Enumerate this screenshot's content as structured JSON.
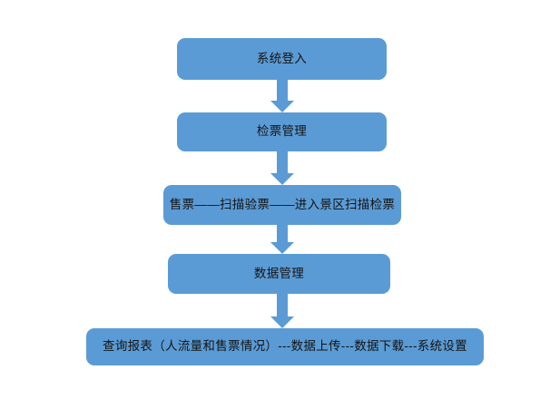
{
  "diagram": {
    "title": "",
    "orientation": "vertical-top-to-bottom",
    "background_color": "#FFFFFF",
    "node_fill_color": "#5B9BD5",
    "node_text_color": "#141414",
    "arrow_color": "#5B9BD5",
    "nodes": [
      {
        "id": "login",
        "label": "系统登入"
      },
      {
        "id": "check",
        "label": "检票管理"
      },
      {
        "id": "ticket",
        "label": "售票——扫描验票——进入景区扫描检票"
      },
      {
        "id": "data",
        "label": "数据管理"
      },
      {
        "id": "report",
        "label": "查询报表（人流量和售票情况）---数据上传---数据下载---系统设置"
      }
    ],
    "arrows": [
      {
        "id": "arrow-1",
        "from": "login",
        "to": "check",
        "shape": "block-arrow-down"
      },
      {
        "id": "arrow-2",
        "from": "check",
        "to": "ticket",
        "shape": "block-arrow-down"
      },
      {
        "id": "arrow-3",
        "from": "ticket",
        "to": "data",
        "shape": "block-arrow-down"
      },
      {
        "id": "arrow-4",
        "from": "data",
        "to": "report",
        "shape": "block-arrow-down"
      }
    ]
  }
}
